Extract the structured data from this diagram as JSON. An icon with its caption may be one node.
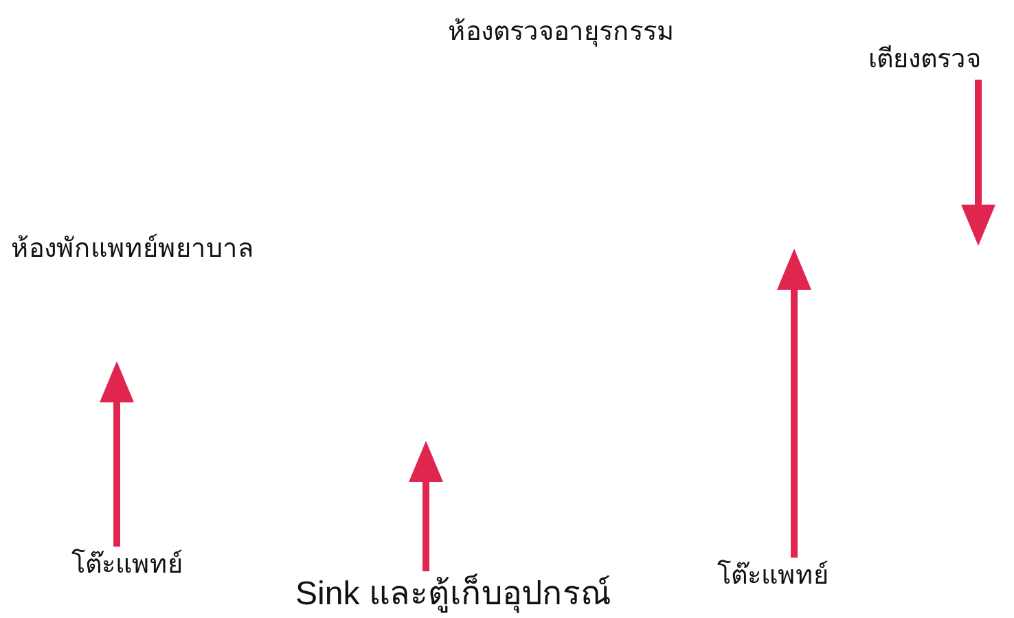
{
  "diagram": {
    "nodes": [
      {
        "text": [
          "เตียงตรวจ"
        ]
      },
      {
        "text": [
          "โต๊ะแพทย์"
        ]
      },
      {
        "text": [
          "Sink และตู้เก็บอุปกรณ์"
        ]
      },
      {
        "text": [
          "โต๊ะแพทย์"
        ]
      }
    ],
    "edges": [
      {
        "from": 0,
        "to": null,
        "arrow": "to"
      },
      {
        "from": 1,
        "to": null,
        "arrow": "to"
      },
      {
        "from": 2,
        "to": null,
        "arrow": "to"
      },
      {
        "from": 3,
        "to": null,
        "arrow": "to"
      }
    ],
    "labels": [
      "ห้องตรวจอายุรกรรม",
      "ห้องพักแพทย์พยาบาล"
    ]
  }
}
